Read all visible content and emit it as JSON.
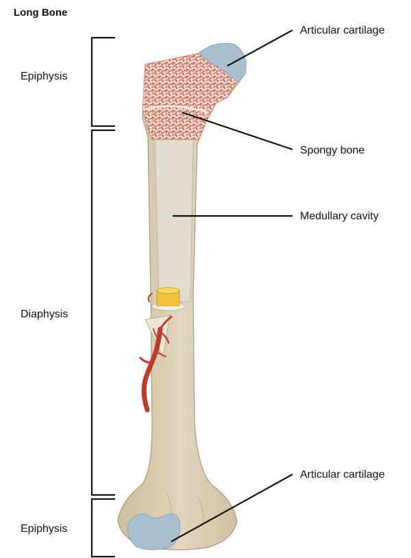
{
  "title": "Long Bone",
  "regions": {
    "epiphysis_top": "Epiphysis",
    "diaphysis": "Diaphysis",
    "epiphysis_bottom": "Epiphysis"
  },
  "callouts": {
    "articular_cartilage_top": "Articular cartilage",
    "spongy_bone": "Spongy bone",
    "medullary_cavity": "Medullary cavity",
    "articular_cartilage_bottom": "Articular cartilage"
  },
  "colors": {
    "bone": "#d9cbb2",
    "bone_shadow": "#c9b89c",
    "cavity": "#e2ddd0",
    "cartilage": "#a9c0cf",
    "spongy": "#c0392b",
    "artery": "#c0392b",
    "plug": "#f2c23c"
  }
}
